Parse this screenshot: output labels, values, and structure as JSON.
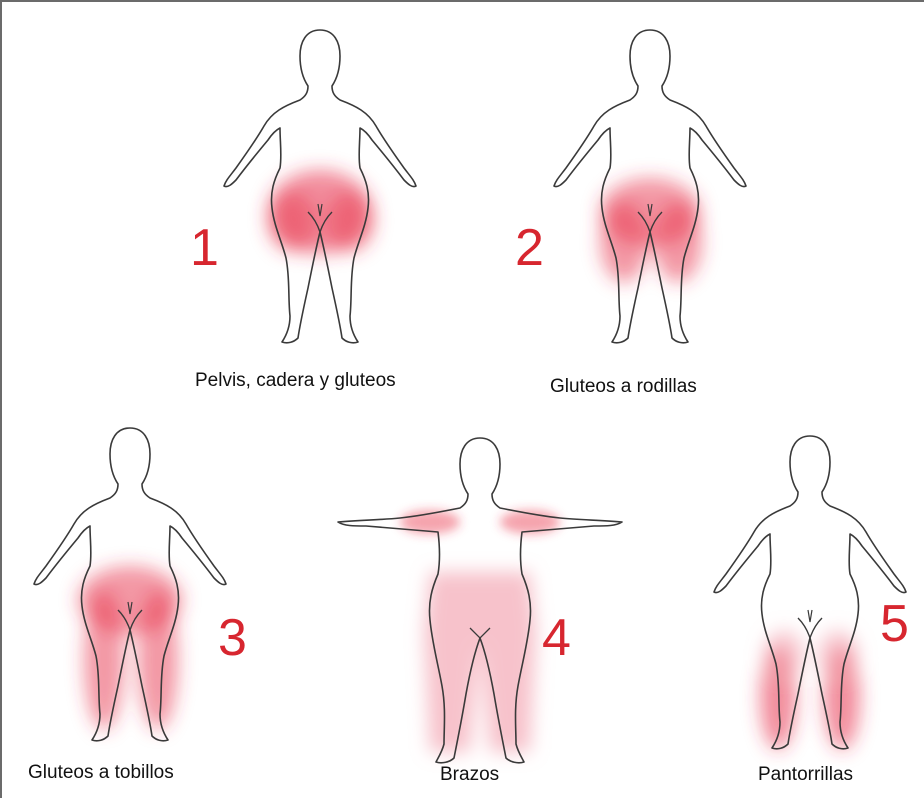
{
  "colors": {
    "heat": "#e8324a",
    "heat_light": "#f29aa8",
    "outline": "#3a3a3a",
    "number": "#d7262f"
  },
  "panels": [
    {
      "number": "1",
      "caption": "Pelvis, cadera y gluteos"
    },
    {
      "number": "2",
      "caption": "Gluteos a rodillas"
    },
    {
      "number": "3",
      "caption": "Gluteos a tobillos"
    },
    {
      "number": "4",
      "caption": "Brazos"
    },
    {
      "number": "5",
      "caption": "Pantorrillas"
    }
  ]
}
